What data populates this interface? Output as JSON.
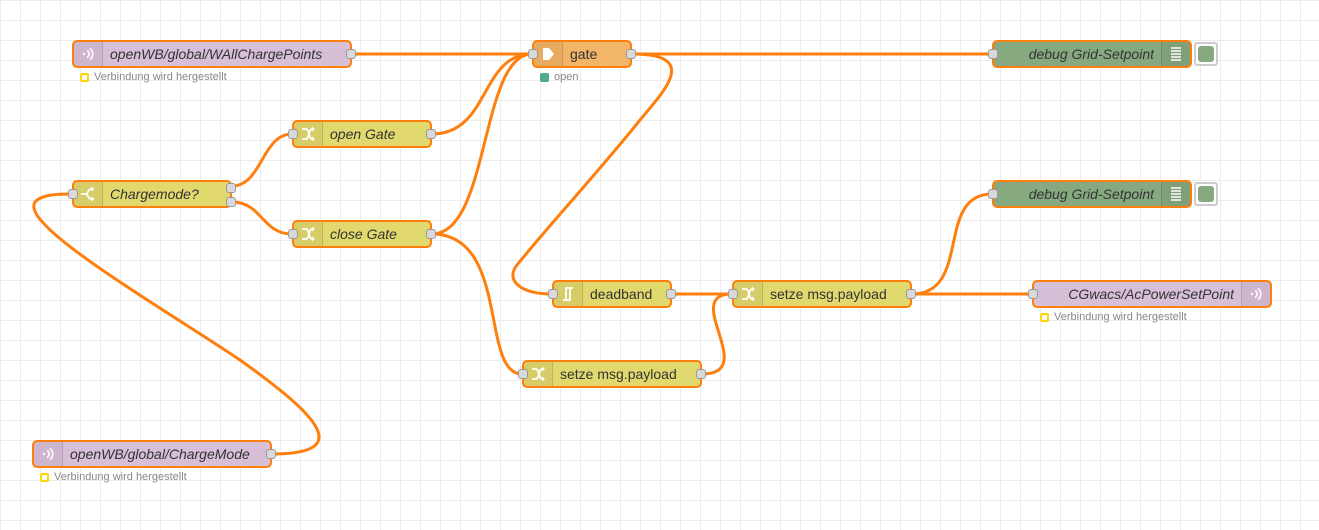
{
  "colors": {
    "wire": "#ff7f0e",
    "mqtt": "#d8bfd8",
    "function": "#e2d96e",
    "gate": "#f3b567",
    "debug": "#87a980"
  },
  "nodes": {
    "mqtt_in_wallchargepoints": {
      "label": "openWB/global/WAllChargePoints",
      "icon": "mqtt-icon",
      "status": "Verbindung wird hergestellt"
    },
    "gate": {
      "label": "gate",
      "icon": "gate-icon",
      "status": "open"
    },
    "debug_grid_setpoint_1": {
      "label": "debug Grid-Setpoint",
      "icon": "debug-list-icon"
    },
    "open_gate": {
      "label": "open Gate",
      "icon": "change-icon"
    },
    "chargemode_switch": {
      "label": "Chargemode?",
      "icon": "switch-icon"
    },
    "close_gate": {
      "label": "close Gate",
      "icon": "change-icon"
    },
    "debug_grid_setpoint_2": {
      "label": "debug Grid-Setpoint",
      "icon": "debug-list-icon"
    },
    "deadband": {
      "label": "deadband",
      "icon": "deadband-icon"
    },
    "setze_payload_1": {
      "label": "setze msg.payload",
      "icon": "change-icon"
    },
    "mqtt_out_acpower": {
      "label": "CGwacs/AcPowerSetPoint",
      "icon": "mqtt-icon",
      "status": "Verbindung wird hergestellt"
    },
    "setze_payload_2": {
      "label": "setze msg.payload",
      "icon": "change-icon"
    },
    "mqtt_in_chargemode": {
      "label": "openWB/global/ChargeMode",
      "icon": "mqtt-icon",
      "status": "Verbindung wird hergestellt"
    }
  }
}
